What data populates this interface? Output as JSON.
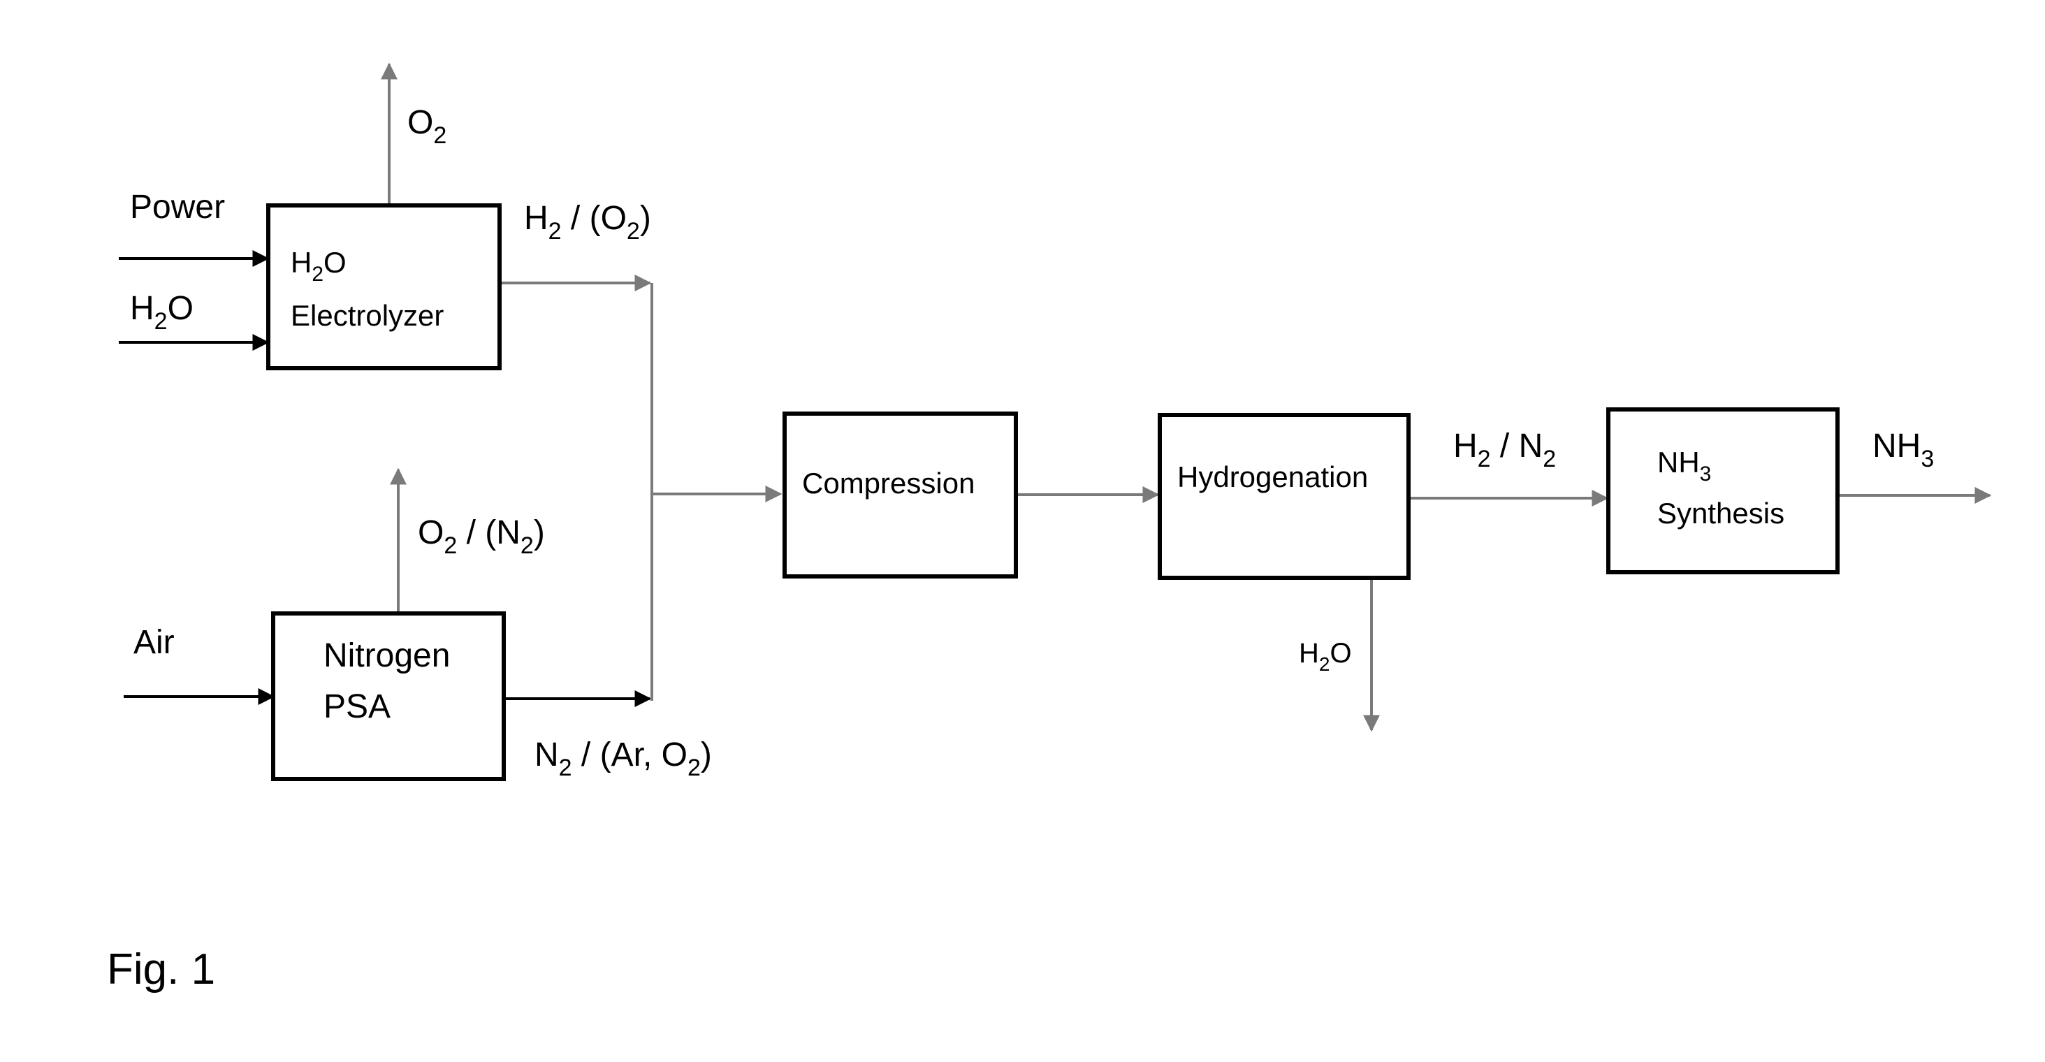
{
  "figure": {
    "caption": "Fig. 1"
  },
  "blocks": {
    "electrolyzer": {
      "line1_main": "H",
      "line1_sub": "2",
      "line1_tail": "O",
      "line2": "Electrolyzer"
    },
    "nitrogen_psa": {
      "line1": "Nitrogen",
      "line2": "PSA"
    },
    "compression": {
      "label": "Compression"
    },
    "hydrogenation": {
      "label": "Hydrogenation"
    },
    "nh3_synthesis": {
      "line1_main": "NH",
      "line1_sub": "3",
      "line2": "Synthesis"
    }
  },
  "streams": {
    "power": "Power",
    "water_in": {
      "main": "H",
      "sub": "2",
      "tail": "O"
    },
    "oxygen_out": {
      "main": "O",
      "sub": "2"
    },
    "h2_o2": {
      "a": "H",
      "a_sub": "2",
      "b": " / (O",
      "b_sub": "2",
      "c": ")"
    },
    "air": "Air",
    "o2_n2": {
      "a": "O",
      "a_sub": "2",
      "b": " / (N",
      "b_sub": "2",
      "c": ")"
    },
    "n2_ar_o2": {
      "a": "N",
      "a_sub": "2",
      "b": " / (Ar, O",
      "b_sub": "2",
      "c": ")"
    },
    "h2_n2": {
      "a": "H",
      "a_sub": "2",
      "b": " / N",
      "b_sub": "2"
    },
    "water_out": {
      "main": "H",
      "sub": "2",
      "tail": "O"
    },
    "nh3_out": {
      "main": "NH",
      "sub": "3"
    }
  },
  "colors": {
    "box_stroke": "#000000",
    "inlet_arrow": "#000000",
    "process_arrow": "#7a7a7a"
  }
}
